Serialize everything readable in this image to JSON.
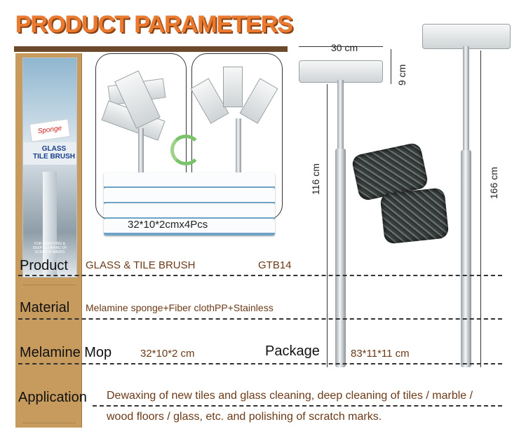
{
  "title": "PRODUCT PARAMETERS",
  "colors": {
    "title": "#ec7a2e",
    "title_shadow": "#8a4212",
    "value_text": "#6b3a18",
    "box": "#c79b5d",
    "sponge_stripe": "#6fa4c8"
  },
  "package_box": {
    "brand": "Sponge",
    "name_line1": "GLASS",
    "name_line2": "TILE BRUSH",
    "note": "FOR REMOVING & DEEP CLEANING OF SCRATCH MARKS"
  },
  "sponge_note": "32*10*2cmx4Pcs",
  "dimensions": {
    "width": "30 cm",
    "head_height": "9 cm",
    "short_length": "116 cm",
    "long_length": "166 cm"
  },
  "specs": {
    "product": {
      "label": "Product",
      "value": "GLASS & TILE BRUSH",
      "code": "GTB14"
    },
    "material": {
      "label": "Material",
      "value": "Melamine sponge+Fiber clothPP+Stainless"
    },
    "mop": {
      "label": "Melamine Mop",
      "value": "32*10*2 cm"
    },
    "package": {
      "label": "Package",
      "value": "83*11*11 cm"
    },
    "application": {
      "label": "Application",
      "line1": "Dewaxing of new tiles and glass cleaning, deep cleaning of tiles / marble /",
      "line2": "wood floors / glass, etc. and polishing of scratch marks."
    }
  },
  "icons": [
    "rotate-arrows-icon"
  ]
}
